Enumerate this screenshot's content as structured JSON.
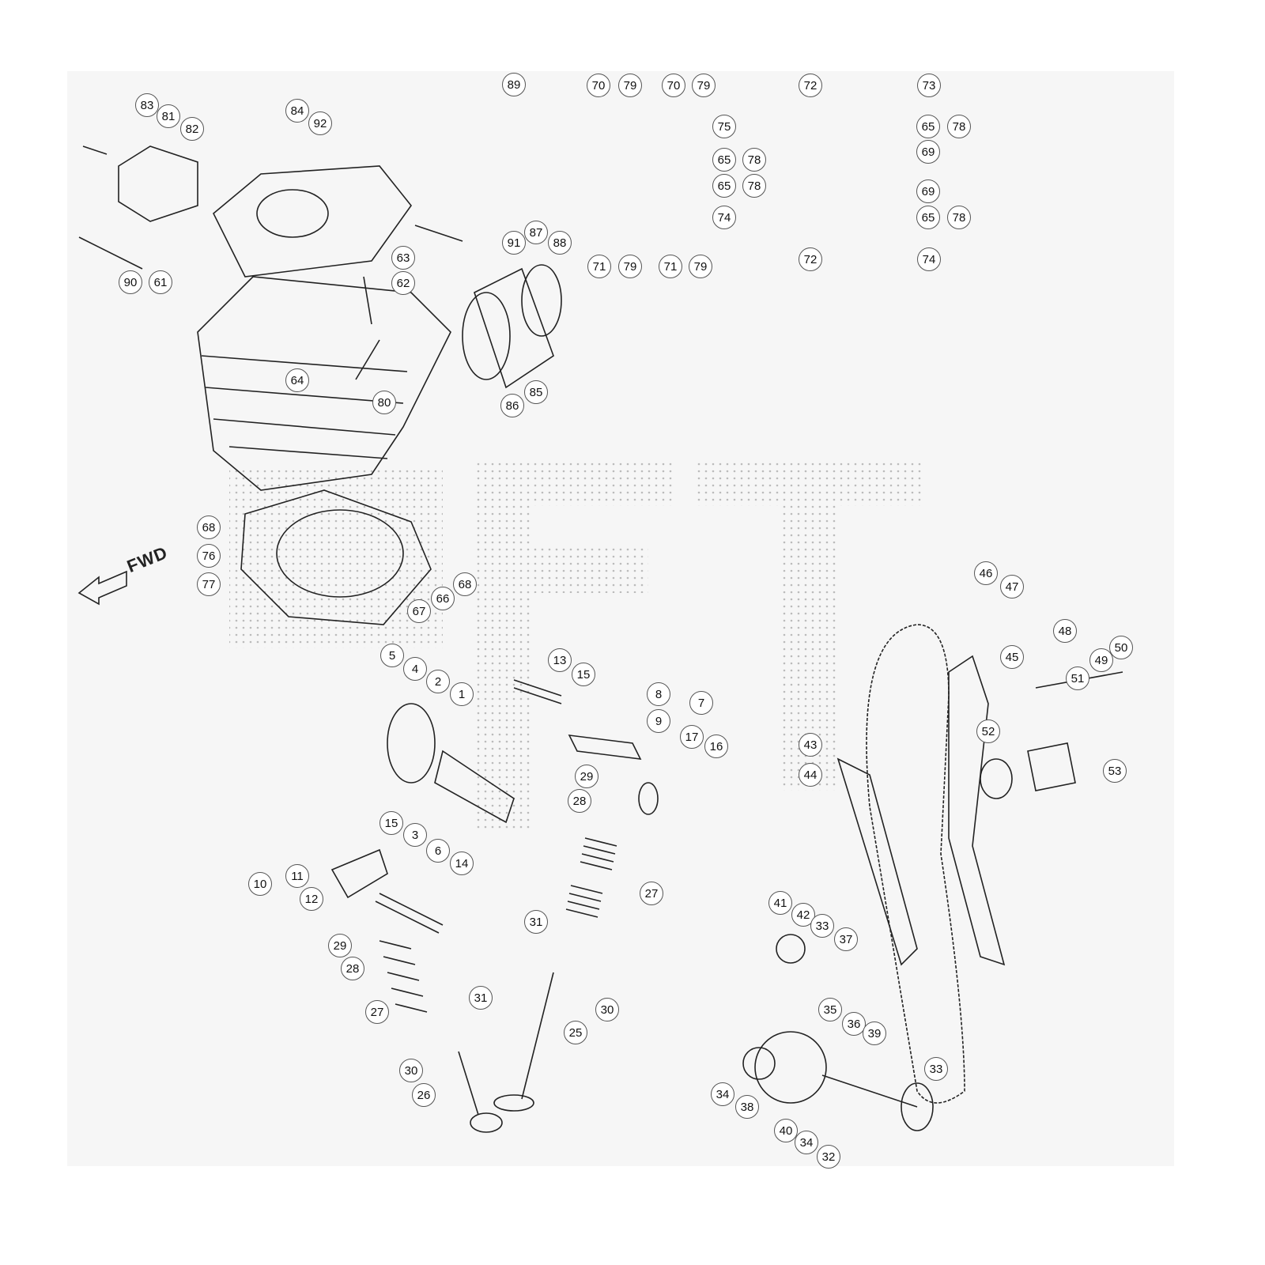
{
  "diagram": {
    "title": "Cylinder head, camshaft and cam chain exploded view",
    "direction_label": "FWD",
    "callouts": [
      "83",
      "81",
      "82",
      "84",
      "92",
      "89",
      "70",
      "79",
      "70",
      "79",
      "72",
      "73",
      "75",
      "65",
      "78",
      "69",
      "65",
      "78",
      "65",
      "78",
      "69",
      "74",
      "65",
      "78",
      "72",
      "74",
      "71",
      "79",
      "71",
      "79",
      "91",
      "87",
      "88",
      "63",
      "90",
      "61",
      "62",
      "64",
      "80",
      "86",
      "85",
      "68",
      "76",
      "68",
      "66",
      "67",
      "77",
      "46",
      "47",
      "48",
      "45",
      "50",
      "49",
      "5",
      "4",
      "2",
      "1",
      "13",
      "15",
      "8",
      "7",
      "9",
      "43",
      "51",
      "52",
      "17",
      "16",
      "44",
      "53",
      "29",
      "28",
      "3",
      "6",
      "15",
      "14",
      "11",
      "10",
      "12",
      "27",
      "41",
      "42",
      "33",
      "37",
      "31",
      "29",
      "28",
      "27",
      "31",
      "30",
      "35",
      "36",
      "39",
      "25",
      "30",
      "26",
      "33",
      "34",
      "38",
      "40",
      "34",
      "32"
    ]
  }
}
